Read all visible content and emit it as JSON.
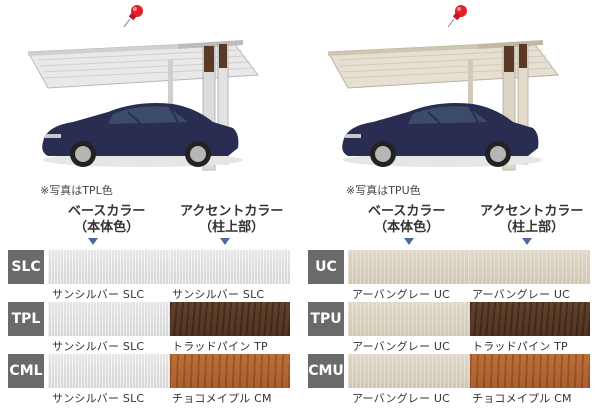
{
  "left": {
    "caption": "※写真はTPL色",
    "header_base": [
      "ベースカラー",
      "（本体色）"
    ],
    "header_accent": [
      "アクセントカラー",
      "（柱上部）"
    ],
    "rows": [
      {
        "code": "SLC",
        "base_label": "サンシルバー SLC",
        "accent_label": "サンシルバー SLC"
      },
      {
        "code": "TPL",
        "base_label": "サンシルバー SLC",
        "accent_label": "トラッドパイン TP"
      },
      {
        "code": "CML",
        "base_label": "サンシルバー SLC",
        "accent_label": "チョコメイプル CM"
      }
    ]
  },
  "right": {
    "caption": "※写真はTPU色",
    "header_base": [
      "ベースカラー",
      "（本体色）"
    ],
    "header_accent": [
      "アクセントカラー",
      "（柱上部）"
    ],
    "rows": [
      {
        "code": "UC",
        "base_label": "アーバングレー UC",
        "accent_label": "アーバングレー UC"
      },
      {
        "code": "TPU",
        "base_label": "アーバングレー UC",
        "accent_label": "トラッドパイン TP"
      },
      {
        "code": "CMU",
        "base_label": "アーバングレー UC",
        "accent_label": "チョコメイプル CM"
      }
    ]
  },
  "colors": {
    "sun_silver": "#e4e4e4",
    "urban_gray": "#ddd5c2",
    "trad_pine": "#50331f",
    "choco_maple": "#ac5b28",
    "badge": "#6a6a6a",
    "arrow": "#4b6a9a",
    "pin": "#e0202a"
  }
}
